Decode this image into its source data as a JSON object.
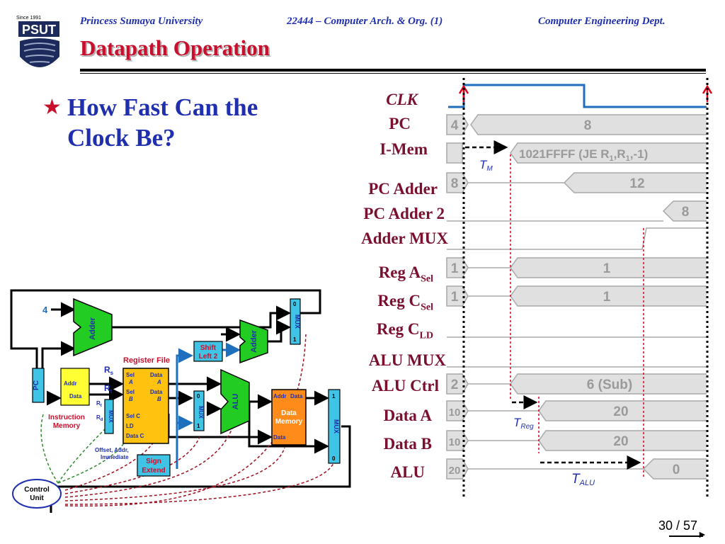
{
  "header": {
    "logo_top": "Since 1991",
    "logo_text": "PSUT",
    "university": "Princess Sumaya University",
    "course": "22444 – Computer Arch. & Org. (1)",
    "department": "Computer Engineering Dept."
  },
  "title": "Datapath Operation",
  "bullet": "How Fast Can the Clock Be?",
  "signals": [
    {
      "name": "CLK"
    },
    {
      "name": "PC"
    },
    {
      "name": "I-Mem"
    },
    {
      "name": "PC Adder"
    },
    {
      "name": "PC Adder 2"
    },
    {
      "name": "Adder MUX"
    },
    {
      "name": "Reg A",
      "sub": "Sel"
    },
    {
      "name": "Reg C",
      "sub": "Sel"
    },
    {
      "name": "Reg C",
      "sub": "LD"
    },
    {
      "name": "ALU MUX"
    },
    {
      "name": "ALU Ctrl"
    },
    {
      "name": "Data A"
    },
    {
      "name": "Data B"
    },
    {
      "name": "ALU"
    }
  ],
  "timing": {
    "pc_old": "4",
    "pc_new": "8",
    "imem_value": "1021FFFF (JE R",
    "imem_r": "1",
    "imem_sep": ",R",
    "imem_end": ",-1)",
    "pcadder_old": "8",
    "pcadder_new": "12",
    "pcadder2_new": "8",
    "rega_old": "1",
    "rega_new": "1",
    "regc_old": "1",
    "regc_new": "1",
    "aluctrl_old": "2",
    "aluctrl_new": "6 (Sub)",
    "dataa_old": "10",
    "dataa_new": "20",
    "datab_old": "10",
    "datab_new": "20",
    "alu_old": "20",
    "alu_new": "0",
    "t_m": "T",
    "t_m_sub": "M",
    "t_reg": "T",
    "t_reg_sub": "Reg",
    "t_alu": "T",
    "t_alu_sub": "ALU"
  },
  "diagram": {
    "const_4": "4",
    "adder1": "Adder",
    "adder2": "Adder",
    "pc": "PC",
    "imem_addr": "Addr",
    "imem_data": "Data",
    "imem_name_1": "Instruction",
    "imem_name_2": "Memory",
    "rs": "R",
    "rs_sub": "s",
    "rt": "R",
    "rt_sub": "t",
    "mux_rt": "R",
    "mux_rt_sub": "t",
    "mux_rd": "R",
    "mux_rd_sub": "d",
    "mux_label": "MUX",
    "rf_title": "Register File",
    "rf_sel_a": "Sel",
    "rf_sel_a2": "A",
    "rf_data_a": "Data",
    "rf_data_a2": "A",
    "rf_sel_b": "Sel",
    "rf_sel_b2": "B",
    "rf_data_b": "Data",
    "rf_data_b2": "B",
    "rf_sel_c": "Sel C",
    "rf_ld": "LD",
    "rf_data_c": "Data C",
    "shift_1": "Shift",
    "shift_2": "Left 2",
    "sign_1": "Sign",
    "sign_2": "Extend",
    "offset_1": "Offset, Addr,",
    "offset_2": "Immediate",
    "alu": "ALU",
    "dm_addr": "Addr",
    "dm_data": "Data",
    "dm_name_1": "Data",
    "dm_name_2": "Memory",
    "dm_data_in": "Data",
    "mux_0": "0",
    "mux_1": "1",
    "cu_1": "Control",
    "cu_2": "Unit"
  },
  "page": "30 / 57"
}
